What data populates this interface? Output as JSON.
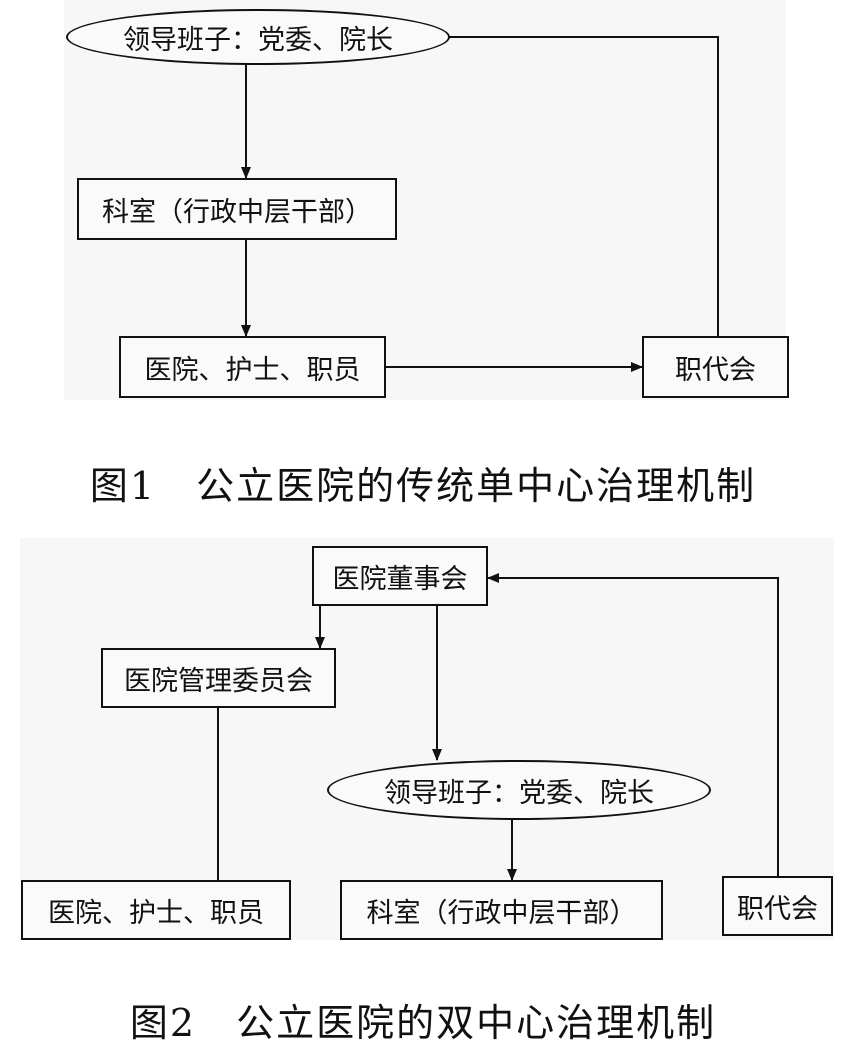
{
  "figure1": {
    "leadership": "领导班子：党委、院长",
    "departments": "科室（行政中层干部）",
    "staff": "医院、护士、职员",
    "workers_congress": "职代会",
    "caption": "图1　公立医院的传统单中心治理机制"
  },
  "figure2": {
    "board": "医院董事会",
    "management_committee": "医院管理委员会",
    "leadership": "领导班子：党委、院长",
    "staff": "医院、护士、职员",
    "departments": "科室（行政中层干部）",
    "workers_congress": "职代会",
    "caption": "图2　公立医院的双中心治理机制"
  }
}
